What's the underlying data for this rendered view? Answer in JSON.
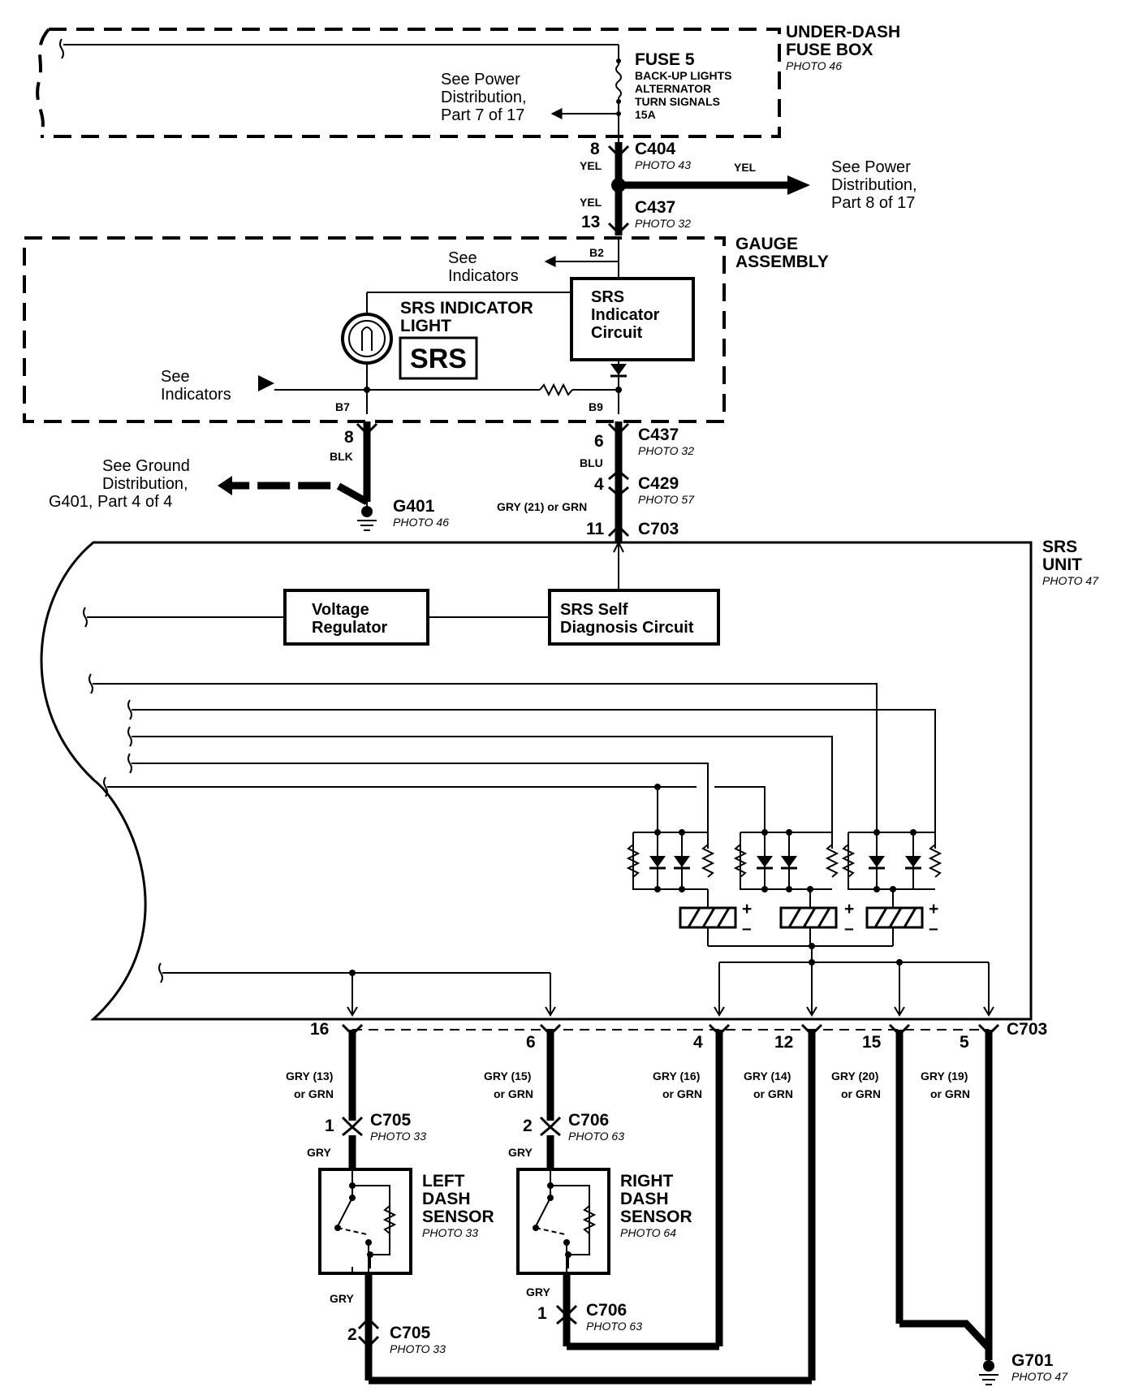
{
  "fuse_box": {
    "title_line1": "UNDER-DASH",
    "title_line2": "FUSE BOX",
    "photo": "PHOTO 46",
    "fuse_name": "FUSE 5",
    "fuse_circuit1": "BACK-UP LIGHTS",
    "fuse_circuit2": "ALTERNATOR",
    "fuse_circuit3": "TURN SIGNALS",
    "fuse_rating": "15A",
    "ref_line1": "See Power",
    "ref_line2": "Distribution,",
    "ref_line3": "Part 7 of 17"
  },
  "upper_connectors": {
    "c404": {
      "pin": "8",
      "wire": "YEL",
      "name": "C404",
      "photo": "PHOTO 43"
    },
    "splice_wire": "YEL",
    "power_ref_line1": "See Power",
    "power_ref_line2": "Distribution,",
    "power_ref_line3": "Part 8 of 17",
    "c437_top": {
      "pin": "13",
      "wire": "YEL",
      "name": "C437",
      "photo": "PHOTO 32"
    }
  },
  "gauge_assembly": {
    "title_line1": "GAUGE",
    "title_line2": "ASSEMBLY",
    "see_indicators_top_1": "See",
    "see_indicators_top_2": "Indicators",
    "terminal_b2": "B2",
    "indicator_label_1": "SRS INDICATOR",
    "indicator_label_2": "LIGHT",
    "srs_badge": "SRS",
    "circuit_line1": "SRS",
    "circuit_line2": "Indicator",
    "circuit_line3": "Circuit",
    "see_indicators_left_1": "See",
    "see_indicators_left_2": "Indicators",
    "terminal_b7": "B7",
    "terminal_b9": "B9"
  },
  "ground_branch": {
    "pin": "8",
    "wire": "BLK",
    "ref_line1": "See Ground",
    "ref_line2": "Distribution,",
    "ref_line3": "G401, Part 4 of 4",
    "ground_name": "G401",
    "ground_photo": "PHOTO 46"
  },
  "srs_feed": {
    "c437_pin": "6",
    "c437_name": "C437",
    "c437_photo": "PHOTO 32",
    "wire1": "BLU",
    "c429_pin": "4",
    "c429_name": "C429",
    "c429_photo": "PHOTO 57",
    "wire2": "GRY (21) or GRN",
    "c703_pin": "11",
    "c703_name": "C703"
  },
  "srs_unit": {
    "title_line1": "SRS",
    "title_line2": "UNIT",
    "photo": "PHOTO 47",
    "regulator_line1": "Voltage",
    "regulator_line2": "Regulator",
    "diag_line1": "SRS Self",
    "diag_line2": "Diagnosis Circuit",
    "plus": "+",
    "minus": "–"
  },
  "c703_pins": {
    "connector": "C703",
    "pins": [
      {
        "pin": "16",
        "wire1": "GRY (13)",
        "wire2": "or GRN"
      },
      {
        "pin": "6",
        "wire1": "GRY (15)",
        "wire2": "or GRN"
      },
      {
        "pin": "4",
        "wire1": "GRY (16)",
        "wire2": "or GRN"
      },
      {
        "pin": "12",
        "wire1": "GRY (14)",
        "wire2": "or GRN"
      },
      {
        "pin": "15",
        "wire1": "GRY (20)",
        "wire2": "or GRN"
      },
      {
        "pin": "5",
        "wire1": "GRY (19)",
        "wire2": "or GRN"
      }
    ]
  },
  "left_sensor": {
    "top_pin": "1",
    "top_connector": "C705",
    "top_photo": "PHOTO 33",
    "wire_top": "GRY",
    "name_line1": "LEFT",
    "name_line2": "DASH",
    "name_line3": "SENSOR",
    "photo": "PHOTO 33",
    "wire_bottom": "GRY",
    "bottom_pin": "2",
    "bottom_connector": "C705",
    "bottom_photo": "PHOTO 33"
  },
  "right_sensor": {
    "top_pin": "2",
    "top_connector": "C706",
    "top_photo": "PHOTO 63",
    "wire_top": "GRY",
    "name_line1": "RIGHT",
    "name_line2": "DASH",
    "name_line3": "SENSOR",
    "photo": "PHOTO 64",
    "wire_bottom": "GRY",
    "bottom_pin": "1",
    "bottom_connector": "C706",
    "bottom_photo": "PHOTO 63"
  },
  "ground_g701": {
    "name": "G701",
    "photo": "PHOTO 47"
  }
}
